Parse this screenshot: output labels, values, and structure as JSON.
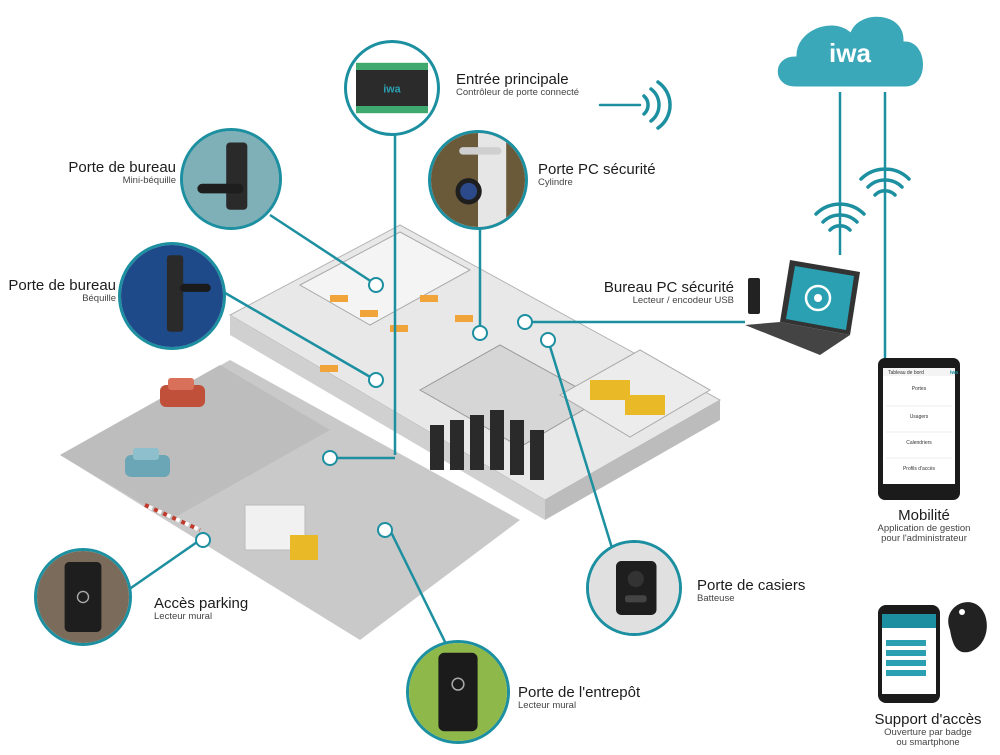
{
  "brand": {
    "logo_text": "iwa",
    "accent": "#1c8fa0",
    "cloud_color": "#3aa8b8"
  },
  "nodes": {
    "entree": {
      "title": "Entrée principale",
      "subtitle": "Contrôleur de porte connecté"
    },
    "bureau_mini": {
      "title": "Porte de bureau",
      "subtitle": "Mini-béquille"
    },
    "pc_securite": {
      "title": "Porte PC sécurité",
      "subtitle": "Cylindre"
    },
    "bureau_bequille": {
      "title": "Porte de bureau",
      "subtitle": "Béquille"
    },
    "bureau_pc": {
      "title": "Bureau PC sécurité",
      "subtitle": "Lecteur / encodeur USB"
    },
    "mobilite": {
      "title": "Mobilité",
      "subtitle_1": "Application de gestion",
      "subtitle_2": "pour l'administrateur"
    },
    "parking": {
      "title": "Accès parking",
      "subtitle": "Lecteur mural"
    },
    "casiers": {
      "title": "Porte de casiers",
      "subtitle": "Batteuse"
    },
    "entrepot": {
      "title": "Porte de l'entrepôt",
      "subtitle": "Lecteur mural"
    },
    "support": {
      "title": "Support d'accès",
      "subtitle_1": "Ouverture par badge",
      "subtitle_2": "ou smartphone"
    }
  },
  "tablet": {
    "header": "Tableau de bord",
    "sections": [
      "Portes",
      "Usagers",
      "Calendriers",
      "Profils d'accès"
    ]
  }
}
